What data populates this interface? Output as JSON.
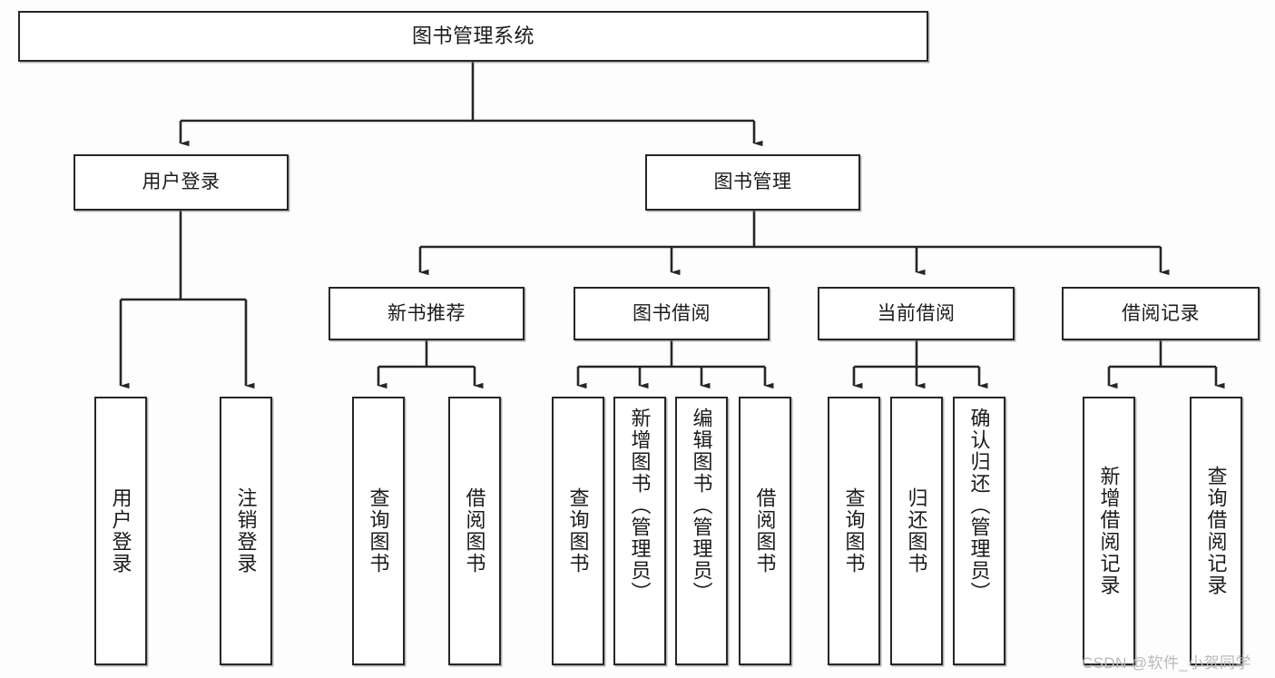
{
  "diagram": {
    "type": "tree-hierarchy",
    "title": "图书管理系统",
    "orientation": "top-down",
    "colors": {
      "background": "#fdfdfd",
      "box_fill": "#ffffff",
      "box_stroke": "#262626",
      "connector": "#262626",
      "text": "#1b1b1b",
      "watermark": "#b9b9b9"
    },
    "levels": {
      "root": [
        "图书管理系统"
      ],
      "level2": [
        "用户登录",
        "图书管理"
      ],
      "level3": [
        "新书推荐",
        "图书借阅",
        "当前借阅",
        "借阅记录"
      ],
      "leaves": [
        "用户登录",
        "注销登录",
        "查询图书",
        "借阅图书",
        "查询图书",
        "新增图书（管理员）",
        "编辑图书（管理员）",
        "借阅图书",
        "查询图书",
        "归还图书",
        "确认归还（管理员）",
        "新增借阅记录",
        "查询借阅记录"
      ]
    },
    "edges": [
      {
        "from": "图书管理系统",
        "to": "用户登录"
      },
      {
        "from": "图书管理系统",
        "to": "图书管理"
      },
      {
        "from": "用户登录",
        "to": "用户登录"
      },
      {
        "from": "用户登录",
        "to": "注销登录"
      },
      {
        "from": "图书管理",
        "to": "新书推荐"
      },
      {
        "from": "图书管理",
        "to": "图书借阅"
      },
      {
        "from": "图书管理",
        "to": "当前借阅"
      },
      {
        "from": "图书管理",
        "to": "借阅记录"
      },
      {
        "from": "新书推荐",
        "to": "查询图书"
      },
      {
        "from": "新书推荐",
        "to": "借阅图书"
      },
      {
        "from": "图书借阅",
        "to": "查询图书"
      },
      {
        "from": "图书借阅",
        "to": "新增图书（管理员）"
      },
      {
        "from": "图书借阅",
        "to": "编辑图书（管理员）"
      },
      {
        "from": "图书借阅",
        "to": "借阅图书"
      },
      {
        "from": "当前借阅",
        "to": "查询图书"
      },
      {
        "from": "当前借阅",
        "to": "归还图书"
      },
      {
        "from": "当前借阅",
        "to": "确认归还（管理员）"
      },
      {
        "from": "借阅记录",
        "to": "新增借阅记录"
      },
      {
        "from": "借阅记录",
        "to": "查询借阅记录"
      }
    ]
  },
  "nodes": {
    "root": {
      "label": "图书管理系统"
    },
    "user_login": {
      "label": "用户登录"
    },
    "book_manage": {
      "label": "图书管理"
    },
    "new_book_rec": {
      "label": "新书推荐"
    },
    "book_borrow": {
      "label": "图书借阅"
    },
    "current_borrow": {
      "label": "当前借阅"
    },
    "borrow_record": {
      "label": "借阅记录"
    },
    "leaf_user_login": {
      "label": "用户登录"
    },
    "leaf_logout": {
      "label": "注销登录"
    },
    "leaf_query_book_a": {
      "label": "查询图书"
    },
    "leaf_borrow_book_a": {
      "label": "借阅图书"
    },
    "leaf_query_book_b": {
      "label": "查询图书"
    },
    "leaf_add_book": {
      "label": "新增图书（管理员）"
    },
    "leaf_edit_book": {
      "label": "编辑图书（管理员）"
    },
    "leaf_borrow_book_b": {
      "label": "借阅图书"
    },
    "leaf_query_book_c": {
      "label": "查询图书"
    },
    "leaf_return_book": {
      "label": "归还图书"
    },
    "leaf_confirm_return": {
      "label": "确认归还（管理员）"
    },
    "leaf_add_record": {
      "label": "新增借阅记录"
    },
    "leaf_query_record": {
      "label": "查询借阅记录"
    }
  },
  "watermark": {
    "text": "CSDN @软件_小贺同学"
  }
}
